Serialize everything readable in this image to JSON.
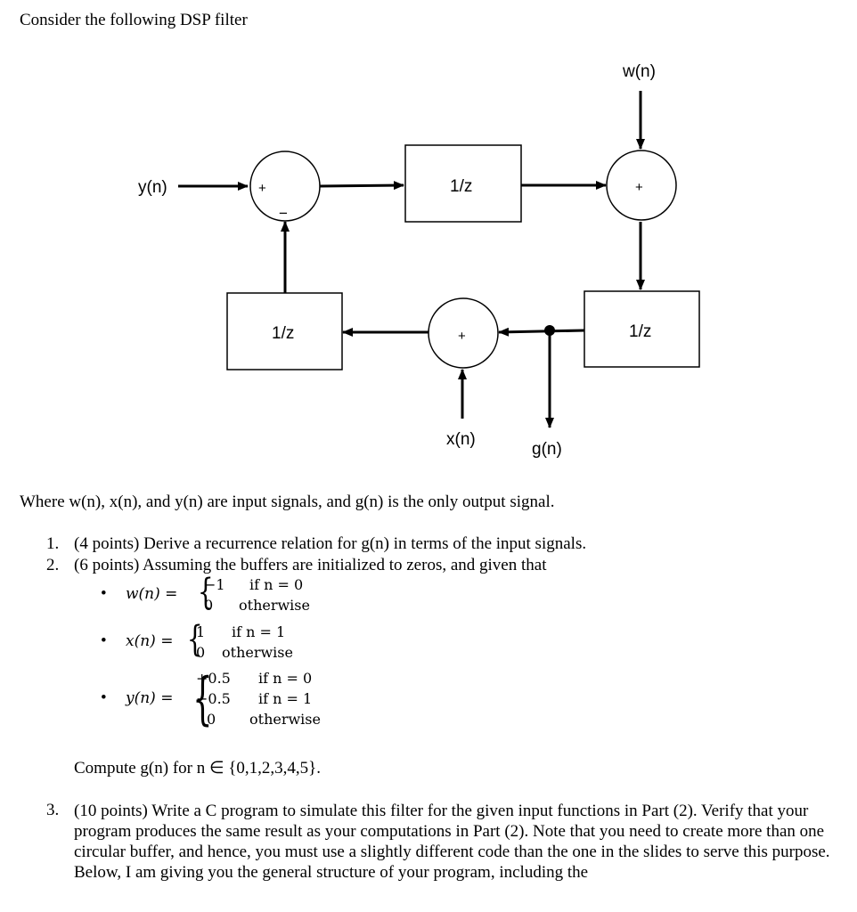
{
  "intro": "Consider the following DSP filter",
  "diagram": {
    "labels": {
      "y": "y(n)",
      "w": "w(n)",
      "x": "x(n)",
      "g": "g(n)",
      "delay": "1/z",
      "plus": "+",
      "minus": "−"
    }
  },
  "where": "Where w(n), x(n), and y(n) are input signals, and g(n) is the only output signal.",
  "q1": {
    "num": "1.",
    "text": "(4 points) Derive a recurrence relation for g(n) in terms of the input signals."
  },
  "q2": {
    "num": "2.",
    "text": "(6 points) Assuming the buffers are initialized to zeros, and given that"
  },
  "w_def": {
    "lhs": "w(n) =",
    "cases": [
      {
        "val": "−1",
        "cond": "if n = 0"
      },
      {
        "val": "0",
        "cond": "otherwise"
      }
    ]
  },
  "x_def": {
    "lhs": "x(n) =",
    "cases": [
      {
        "val": "1",
        "cond": "if n = 1"
      },
      {
        "val": "0",
        "cond": "otherwise"
      }
    ]
  },
  "y_def": {
    "lhs": "y(n) =",
    "cases": [
      {
        "val": "+0.5",
        "cond": "if n = 0"
      },
      {
        "val": "−0.5",
        "cond": "if n = 1"
      },
      {
        "val": "0",
        "cond": "otherwise"
      }
    ]
  },
  "compute": "Compute g(n) for n ∈ {0,1,2,3,4,5}.",
  "q3": {
    "num": "3.",
    "text": "(10 points) Write a C program to simulate this filter for the given input functions in Part (2). Verify that your program produces the same result as your computations in Part (2). Note that you need to create more than one circular buffer, and hence, you must use a slightly different code than the one in the slides to serve this purpose. Below, I am giving you the general structure of your program, including the"
  },
  "bullet": "•"
}
